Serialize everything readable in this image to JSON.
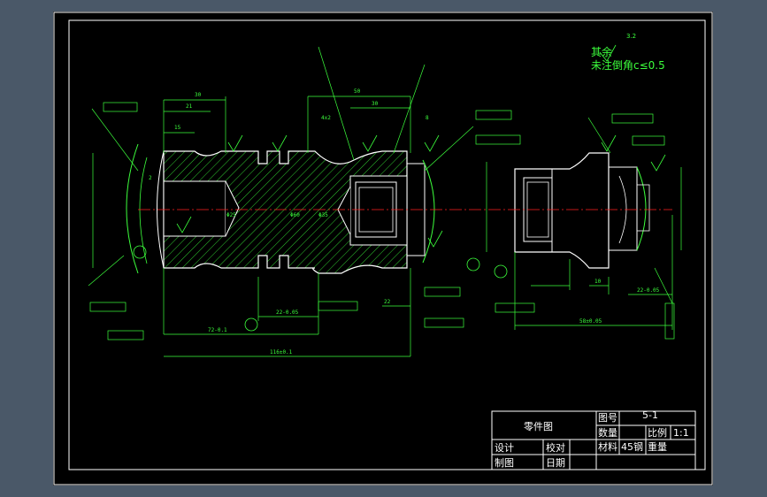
{
  "notes": {
    "remaining_label": "其余",
    "roughness_value": "3.2",
    "chamfer_note": "未注倒角c≤0.5"
  },
  "title_block": {
    "part_name": "零件图",
    "drawing_no_label": "图号",
    "drawing_no": "5-1",
    "quantity_label": "数量",
    "scale_label": "比例",
    "scale": "1:1",
    "material_label": "材料",
    "material": "45钢",
    "weight_label": "重量",
    "designer_label": "设计",
    "checker_label": "校对",
    "drafter_label": "制图",
    "date_label": "日期"
  },
  "dimensions": {
    "d30a": "30",
    "d21": "21",
    "d15": "15",
    "d50": "50",
    "d30b": "30",
    "d4x2": "4x2",
    "d8": "8",
    "d2": "2",
    "d22": "22",
    "d22_005a": "22-0.05",
    "d72": "72-0.1",
    "d116": "116±0.1",
    "d58": "58±0.05",
    "d10": "10",
    "d22_005b": "22-0.05",
    "phi25": "Φ25",
    "phi60": "Φ60",
    "phi35": "Φ35"
  },
  "colors": {
    "sheet": "#000000",
    "line": "#3cff3c",
    "outline": "#ffffff",
    "center": "#ff2020",
    "background": "#4a5868"
  }
}
